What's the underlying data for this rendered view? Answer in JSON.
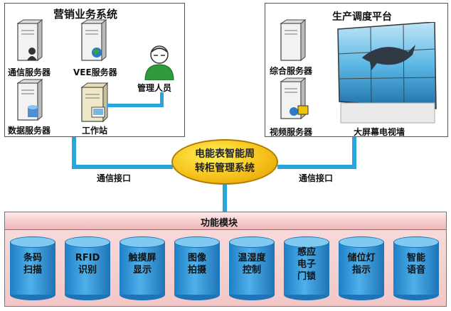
{
  "marketing": {
    "title": "营销业务系统",
    "comm_server": "通信服务器",
    "vee_server": "VEE服务器",
    "data_server": "数据服务器",
    "workstation": "工作站",
    "manager": "管理人员"
  },
  "dispatch": {
    "title": "生产调度平台",
    "general_server": "综合服务器",
    "video_server": "视频服务器",
    "video_wall": "大屏幕电视墙"
  },
  "center": {
    "line1": "电能表智能周",
    "line2": "转柜管理系统"
  },
  "links": {
    "left": "通信接口",
    "right": "通信接口"
  },
  "modules": {
    "title": "功能模块",
    "items": [
      {
        "line1": "条码",
        "line2": "扫描",
        "line3": ""
      },
      {
        "line1": "RFID",
        "line2": "识别",
        "line3": ""
      },
      {
        "line1": "触摸屏",
        "line2": "显示",
        "line3": ""
      },
      {
        "line1": "图像",
        "line2": "拍摄",
        "line3": ""
      },
      {
        "line1": "温湿度",
        "line2": "控制",
        "line3": ""
      },
      {
        "line1": "感应",
        "line2": "电子",
        "line3": "门锁"
      },
      {
        "line1": "储位灯",
        "line2": "指示",
        "line3": ""
      },
      {
        "line1": "智能",
        "line2": "语音",
        "line3": ""
      }
    ]
  }
}
